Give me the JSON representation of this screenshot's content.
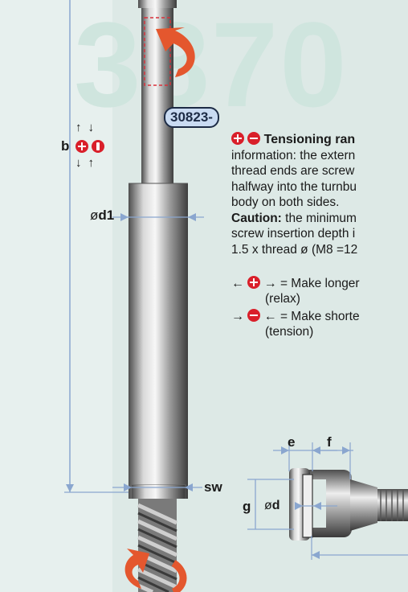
{
  "watermark": "3870",
  "part_number": "30823-",
  "dimensions": {
    "b": "b",
    "d1": "d1",
    "sw": "sw",
    "e": "e",
    "f": "f",
    "g": "g",
    "d": "d",
    "diameter_symbol": "ø"
  },
  "info": {
    "heading": "Tensioning ran",
    "lines": [
      "information: the extern",
      "thread ends are screw",
      "halfway into the turnbu",
      "body on both sides."
    ],
    "caution_label": "Caution:",
    "caution_lines": [
      " the minimum",
      "screw insertion depth i",
      "1.5 x thread ø (M8 =12"
    ]
  },
  "legend": [
    {
      "text": "= Make longer",
      "sub": "(relax)"
    },
    {
      "text": "= Make shorte",
      "sub": "(tension)"
    }
  ],
  "colors": {
    "accent_red": "#d91f2a",
    "dim_line": "#8aa6cf",
    "badge_fill": "#c9dbf2",
    "rotation_arrow": "#e4572e",
    "background": "#dde9e6",
    "watermark": "#cfe5de"
  }
}
